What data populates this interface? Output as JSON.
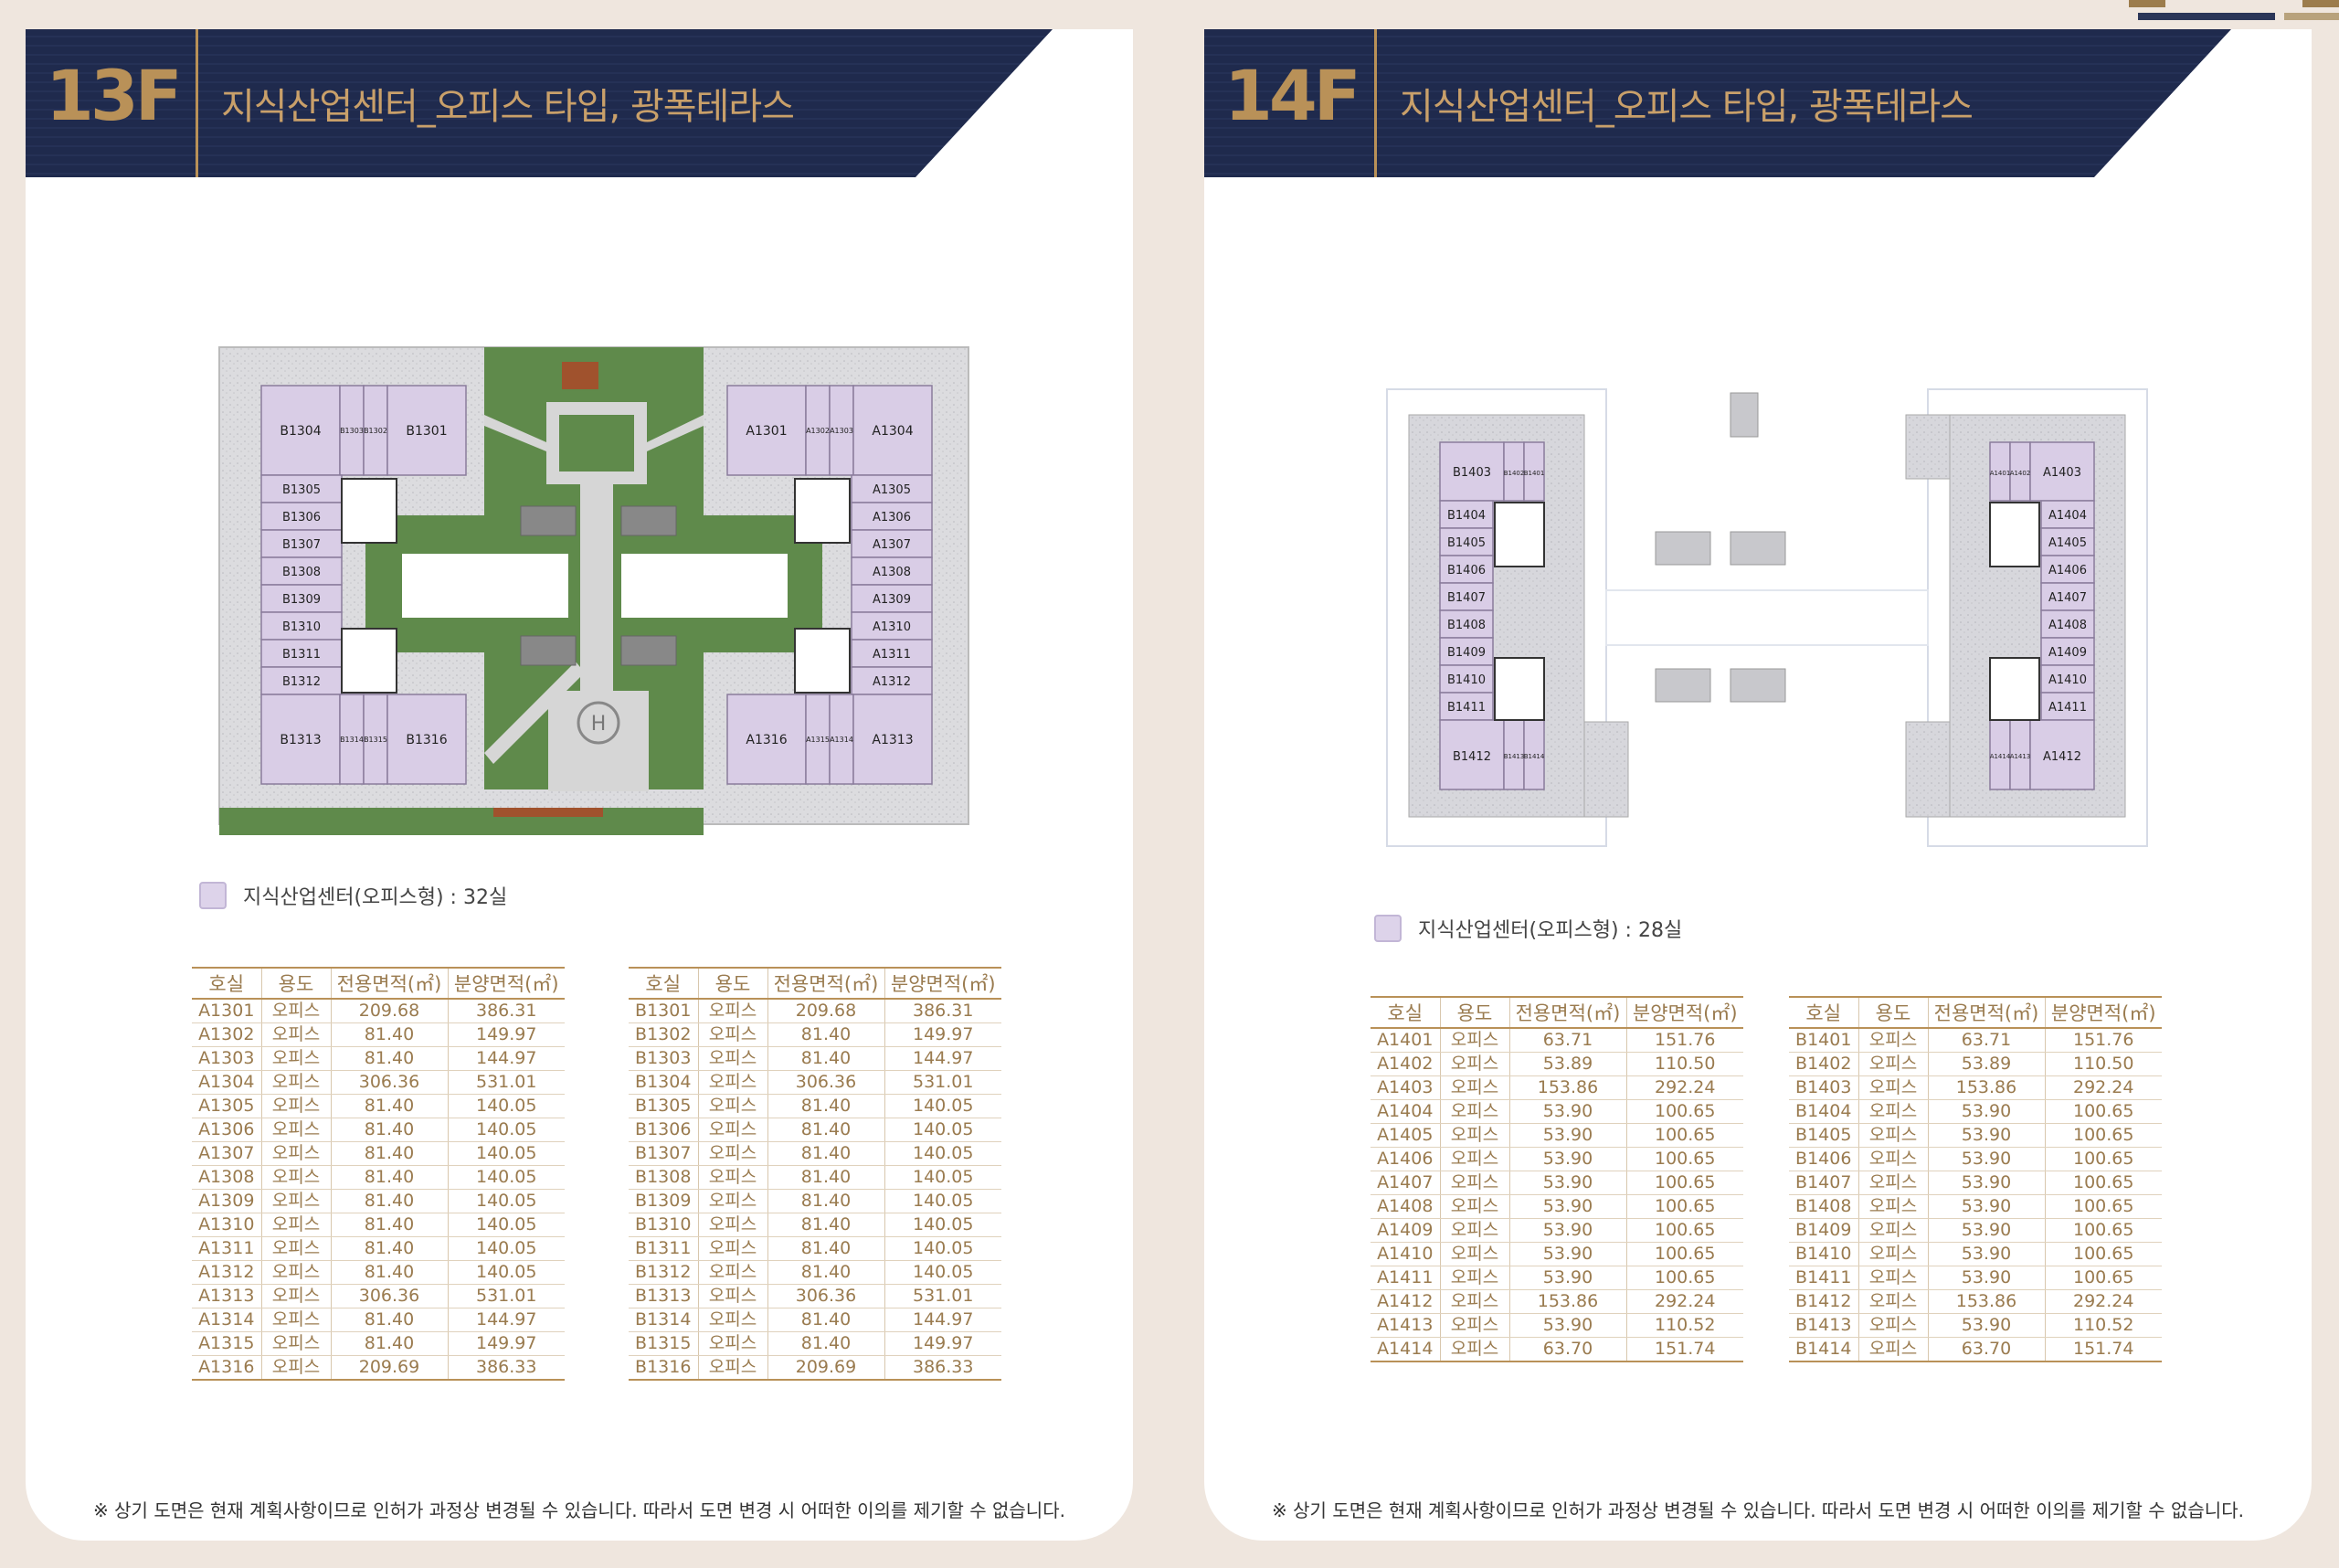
{
  "pages": [
    {
      "floor": "13F",
      "title": "지식산업센터_오피스 타입, 광폭테라스",
      "legend": "지식산업센터(오피스형) : 32실",
      "plan": {
        "rooms": [
          "B1304",
          "B1303",
          "B1302",
          "B1301",
          "A1301",
          "A1302",
          "A1303",
          "A1304",
          "B1305",
          "B1306",
          "B1307",
          "B1308",
          "B1309",
          "B1310",
          "B1311",
          "B1312",
          "A1305",
          "A1306",
          "A1307",
          "A1308",
          "A1309",
          "A1310",
          "A1311",
          "A1312",
          "B1313",
          "B1314",
          "B1315",
          "B1316",
          "A1316",
          "A1315",
          "A1314",
          "A1313"
        ],
        "heliport_mark": "H"
      },
      "headers": [
        "호실",
        "용도",
        "전용면적(㎡)",
        "분양면적(㎡)"
      ],
      "table_a": [
        [
          "A1301",
          "오피스",
          "209.68",
          "386.31"
        ],
        [
          "A1302",
          "오피스",
          "81.40",
          "149.97"
        ],
        [
          "A1303",
          "오피스",
          "81.40",
          "144.97"
        ],
        [
          "A1304",
          "오피스",
          "306.36",
          "531.01"
        ],
        [
          "A1305",
          "오피스",
          "81.40",
          "140.05"
        ],
        [
          "A1306",
          "오피스",
          "81.40",
          "140.05"
        ],
        [
          "A1307",
          "오피스",
          "81.40",
          "140.05"
        ],
        [
          "A1308",
          "오피스",
          "81.40",
          "140.05"
        ],
        [
          "A1309",
          "오피스",
          "81.40",
          "140.05"
        ],
        [
          "A1310",
          "오피스",
          "81.40",
          "140.05"
        ],
        [
          "A1311",
          "오피스",
          "81.40",
          "140.05"
        ],
        [
          "A1312",
          "오피스",
          "81.40",
          "140.05"
        ],
        [
          "A1313",
          "오피스",
          "306.36",
          "531.01"
        ],
        [
          "A1314",
          "오피스",
          "81.40",
          "144.97"
        ],
        [
          "A1315",
          "오피스",
          "81.40",
          "149.97"
        ],
        [
          "A1316",
          "오피스",
          "209.69",
          "386.33"
        ]
      ],
      "table_b": [
        [
          "B1301",
          "오피스",
          "209.68",
          "386.31"
        ],
        [
          "B1302",
          "오피스",
          "81.40",
          "149.97"
        ],
        [
          "B1303",
          "오피스",
          "81.40",
          "144.97"
        ],
        [
          "B1304",
          "오피스",
          "306.36",
          "531.01"
        ],
        [
          "B1305",
          "오피스",
          "81.40",
          "140.05"
        ],
        [
          "B1306",
          "오피스",
          "81.40",
          "140.05"
        ],
        [
          "B1307",
          "오피스",
          "81.40",
          "140.05"
        ],
        [
          "B1308",
          "오피스",
          "81.40",
          "140.05"
        ],
        [
          "B1309",
          "오피스",
          "81.40",
          "140.05"
        ],
        [
          "B1310",
          "오피스",
          "81.40",
          "140.05"
        ],
        [
          "B1311",
          "오피스",
          "81.40",
          "140.05"
        ],
        [
          "B1312",
          "오피스",
          "81.40",
          "140.05"
        ],
        [
          "B1313",
          "오피스",
          "306.36",
          "531.01"
        ],
        [
          "B1314",
          "오피스",
          "81.40",
          "144.97"
        ],
        [
          "B1315",
          "오피스",
          "81.40",
          "149.97"
        ],
        [
          "B1316",
          "오피스",
          "209.69",
          "386.33"
        ]
      ],
      "footnote": "※ 상기 도면은 현재 계획사항이므로 인허가 과정상 변경될 수 있습니다. 따라서 도면 변경 시 어떠한 이의를 제기할 수 없습니다."
    },
    {
      "floor": "14F",
      "title": "지식산업센터_오피스 타입, 광폭테라스",
      "legend": "지식산업센터(오피스형) : 28실",
      "plan": {
        "rooms": [
          "B1403",
          "B1402",
          "B1401",
          "A1401",
          "A1402",
          "A1403",
          "B1404",
          "B1405",
          "B1406",
          "B1407",
          "B1408",
          "B1409",
          "B1410",
          "B1411",
          "A1404",
          "A1405",
          "A1406",
          "A1407",
          "A1408",
          "A1409",
          "A1410",
          "A1411",
          "B1412",
          "B1413",
          "B1414",
          "A1414",
          "A1413",
          "A1412"
        ]
      },
      "headers": [
        "호실",
        "용도",
        "전용면적(㎡)",
        "분양면적(㎡)"
      ],
      "table_a": [
        [
          "A1401",
          "오피스",
          "63.71",
          "151.76"
        ],
        [
          "A1402",
          "오피스",
          "53.89",
          "110.50"
        ],
        [
          "A1403",
          "오피스",
          "153.86",
          "292.24"
        ],
        [
          "A1404",
          "오피스",
          "53.90",
          "100.65"
        ],
        [
          "A1405",
          "오피스",
          "53.90",
          "100.65"
        ],
        [
          "A1406",
          "오피스",
          "53.90",
          "100.65"
        ],
        [
          "A1407",
          "오피스",
          "53.90",
          "100.65"
        ],
        [
          "A1408",
          "오피스",
          "53.90",
          "100.65"
        ],
        [
          "A1409",
          "오피스",
          "53.90",
          "100.65"
        ],
        [
          "A1410",
          "오피스",
          "53.90",
          "100.65"
        ],
        [
          "A1411",
          "오피스",
          "53.90",
          "100.65"
        ],
        [
          "A1412",
          "오피스",
          "153.86",
          "292.24"
        ],
        [
          "A1413",
          "오피스",
          "53.90",
          "110.52"
        ],
        [
          "A1414",
          "오피스",
          "63.70",
          "151.74"
        ]
      ],
      "table_b": [
        [
          "B1401",
          "오피스",
          "63.71",
          "151.76"
        ],
        [
          "B1402",
          "오피스",
          "53.89",
          "110.50"
        ],
        [
          "B1403",
          "오피스",
          "153.86",
          "292.24"
        ],
        [
          "B1404",
          "오피스",
          "53.90",
          "100.65"
        ],
        [
          "B1405",
          "오피스",
          "53.90",
          "100.65"
        ],
        [
          "B1406",
          "오피스",
          "53.90",
          "100.65"
        ],
        [
          "B1407",
          "오피스",
          "53.90",
          "100.65"
        ],
        [
          "B1408",
          "오피스",
          "53.90",
          "100.65"
        ],
        [
          "B1409",
          "오피스",
          "53.90",
          "100.65"
        ],
        [
          "B1410",
          "오피스",
          "53.90",
          "100.65"
        ],
        [
          "B1411",
          "오피스",
          "53.90",
          "100.65"
        ],
        [
          "B1412",
          "오피스",
          "153.86",
          "292.24"
        ],
        [
          "B1413",
          "오피스",
          "53.90",
          "110.52"
        ],
        [
          "B1414",
          "오피스",
          "63.70",
          "151.74"
        ]
      ],
      "footnote": "※ 상기 도면은 현재 계획사항이므로 인허가 과정상 변경될 수 있습니다. 따라서 도면 변경 시 어떠한 이의를 제기할 수 없습니다."
    }
  ],
  "colors": {
    "navy": "#1f2a4d",
    "gold": "#b99158",
    "office_purple": "#d9cde6",
    "terrace_grey": "#d4d4d8",
    "garden_green": "#5f8a4b",
    "page_bg": "#efe6de"
  }
}
